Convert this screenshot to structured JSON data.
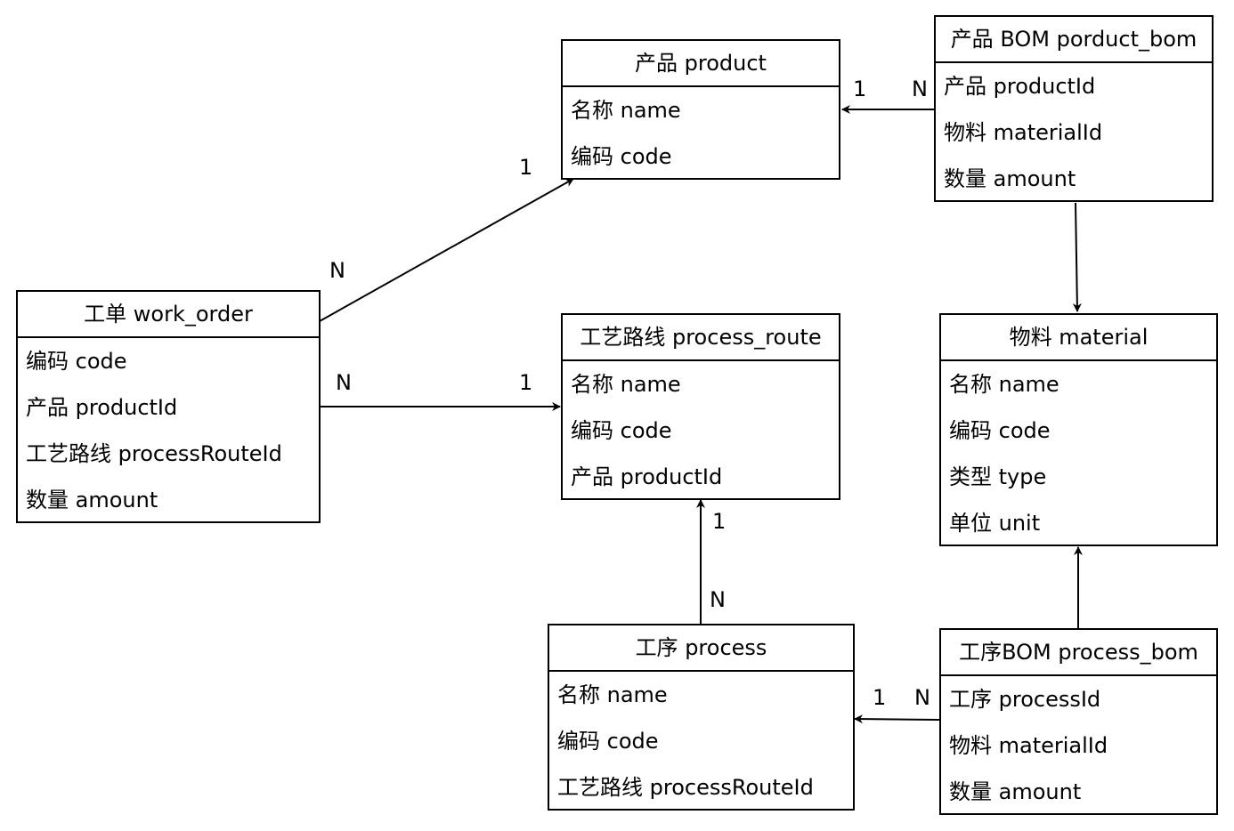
{
  "entities": {
    "product": {
      "title": "产品 product",
      "fields": [
        "名称 name",
        "编码 code"
      ]
    },
    "product_bom": {
      "title": "产品 BOM porduct_bom",
      "fields": [
        "产品 productId",
        "物料 materialId",
        "数量 amount"
      ]
    },
    "work_order": {
      "title": "工单 work_order",
      "fields": [
        "编码 code",
        "产品 productId",
        "工艺路线 processRouteId",
        "数量 amount"
      ]
    },
    "process_route": {
      "title": "工艺路线 process_route",
      "fields": [
        "名称 name",
        "编码 code",
        "产品 productId"
      ]
    },
    "material": {
      "title": "物料 material",
      "fields": [
        "名称 name",
        "编码 code",
        "类型 type",
        "单位 unit"
      ]
    },
    "process": {
      "title": "工序 process",
      "fields": [
        "名称 name",
        "编码 code",
        "工艺路线 processRouteId"
      ]
    },
    "process_bom": {
      "title": "工序BOM process_bom",
      "fields": [
        "工序 processId",
        "物料 materialId",
        "数量 amount"
      ]
    }
  },
  "relations": [
    {
      "from": "product_bom",
      "to": "product",
      "from_card": "N",
      "to_card": "1"
    },
    {
      "from": "work_order",
      "to": "product",
      "from_card": "N",
      "to_card": "1"
    },
    {
      "from": "product_bom",
      "to": "material",
      "from_card": "",
      "to_card": ""
    },
    {
      "from": "work_order",
      "to": "process_route",
      "from_card": "N",
      "to_card": "1"
    },
    {
      "from": "process",
      "to": "process_route",
      "from_card": "N",
      "to_card": "1"
    },
    {
      "from": "process_bom",
      "to": "material",
      "from_card": "",
      "to_card": ""
    },
    {
      "from": "process_bom",
      "to": "process",
      "from_card": "N",
      "to_card": "1"
    }
  ]
}
